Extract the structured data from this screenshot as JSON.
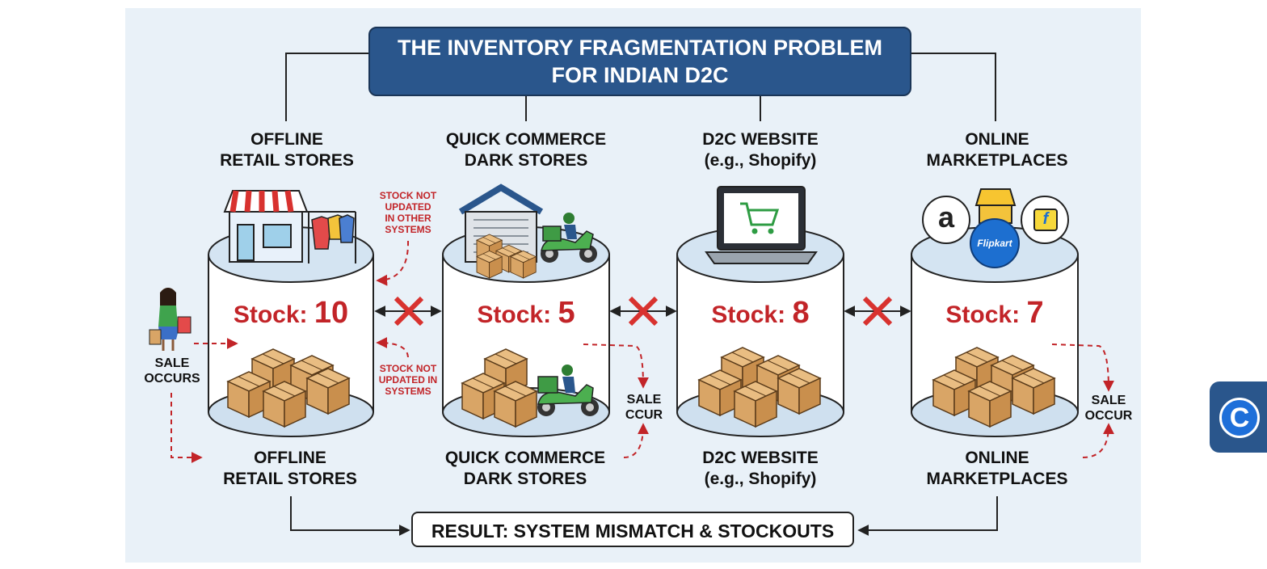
{
  "title": {
    "line1": "THE INVENTORY FRAGMENTATION PROBLEM",
    "line2": "FOR INDIAN D2C"
  },
  "channels": [
    {
      "top1": "OFFLINE",
      "top2": "RETAIL STORES",
      "stock_label": "Stock: ",
      "stock_value": "10",
      "bottom1": "OFFLINE",
      "bottom2": "RETAIL STORES"
    },
    {
      "top1": "QUICK COMMERCE",
      "top2": "DARK STORES",
      "stock_label": "Stock: ",
      "stock_value": "5",
      "bottom1": "QUICK COMMERCE",
      "bottom2": "DARK STORES"
    },
    {
      "top1": "D2C WEBSITE",
      "top2": "(e.g., Shopify)",
      "stock_label": "Stock: ",
      "stock_value": "8",
      "bottom1": "D2C WEBSITE",
      "bottom2": "(e.g., Shopify)"
    },
    {
      "top1": "ONLINE",
      "top2": "MARKETPLACES",
      "stock_label": "Stock: ",
      "stock_value": "7",
      "bottom1": "ONLINE",
      "bottom2": "MARKETPLACES"
    }
  ],
  "notes": {
    "upper": [
      "STOCK NOT",
      "UPDATED",
      "IN OTHER",
      "SYSTEMS"
    ],
    "lower": [
      "STOCK NOT",
      "UPDATED IN",
      "SYSTEMS"
    ]
  },
  "sales": {
    "left": [
      "SALE",
      "OCCURS"
    ],
    "middle": [
      "SALE",
      "CCUR"
    ],
    "right": [
      "SALE",
      "OCCUR"
    ]
  },
  "logos": {
    "amazon": "a",
    "flipkart": "Flipkart",
    "flipkart_bag": "f"
  },
  "result": "RESULT: SYSTEM MISMATCH & STOCKOUTS",
  "chip": {
    "glyph": "C"
  },
  "colors": {
    "title_bg": "#2a568c",
    "stock_red": "#c22428",
    "panel_bg": "#e9f1f8",
    "box_tan": "#d9a566",
    "cylinder_top": "#d4e4f2",
    "scooter_green": "#4caf50"
  },
  "icons": [
    "storefront-icon",
    "clothes-rack-icon",
    "shopper-icon",
    "warehouse-icon",
    "delivery-scooter-icon",
    "laptop-cart-icon",
    "amazon-logo",
    "flipkart-logo",
    "cardboard-boxes-icon",
    "blocked-sync-icon"
  ]
}
